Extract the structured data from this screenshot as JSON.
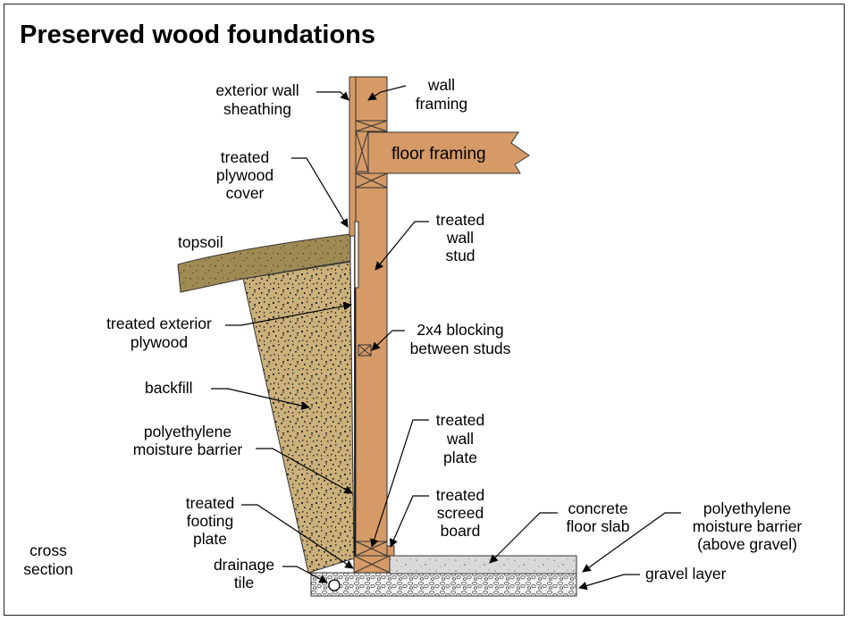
{
  "title": "Preserved wood foundations",
  "colors": {
    "wood": "#d59a66",
    "soil": "#a08a54",
    "backfill": "#cbb07a",
    "concrete": "#d9d9d9",
    "gravel": "#f0f0f0"
  },
  "labels": {
    "exterior_wall_sheathing": [
      "exterior wall",
      "sheathing"
    ],
    "wall_framing": [
      "wall",
      "framing"
    ],
    "floor_framing": [
      "floor framing"
    ],
    "treated_plywood_cover": [
      "treated",
      "plywood",
      "cover"
    ],
    "treated_wall_stud": [
      "treated",
      "wall",
      "stud"
    ],
    "topsoil": [
      "topsoil"
    ],
    "treated_exterior_plywood": [
      "treated exterior",
      "plywood"
    ],
    "blocking": [
      "2x4 blocking",
      "between studs"
    ],
    "backfill": [
      "backfill"
    ],
    "polyethylene_moisture_barrier": [
      "polyethylene",
      "moisture barrier"
    ],
    "treated_wall_plate": [
      "treated",
      "wall",
      "plate"
    ],
    "treated_footing_plate": [
      "treated",
      "footing",
      "plate"
    ],
    "treated_screed_board": [
      "treated",
      "screed",
      "board"
    ],
    "concrete_floor_slab": [
      "concrete",
      "floor slab"
    ],
    "polyethylene_moisture_barrier_gravel": [
      "polyethylene",
      "moisture barrier",
      "(above gravel)"
    ],
    "cross_section": [
      "cross",
      "section"
    ],
    "drainage_tile": [
      "drainage",
      "tile"
    ],
    "gravel_layer": [
      "gravel layer"
    ]
  }
}
